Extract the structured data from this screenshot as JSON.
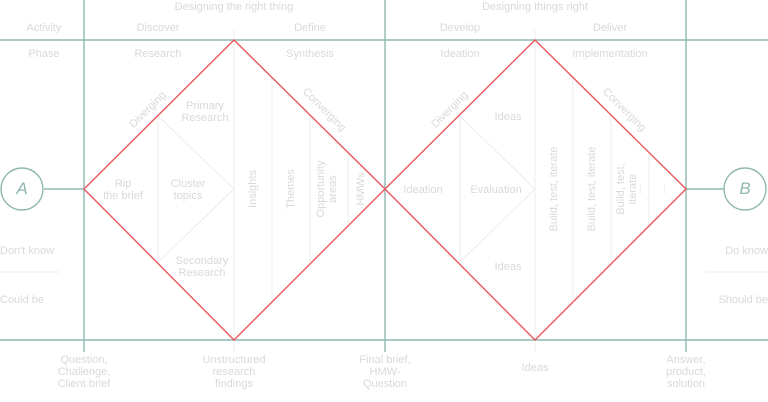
{
  "header": {
    "phase_a": "Designing the right thing",
    "phase_b": "Designing things right",
    "row_activity": "Activity",
    "row_phase": "Phase",
    "discover": "Discover",
    "define": "Define",
    "develop": "Develop",
    "deliver": "Deliver",
    "research": "Research",
    "synthesis": "Synthesis",
    "ideation": "Ideation",
    "implementation": "Implementation"
  },
  "endpoints": {
    "start": "A",
    "end": "B"
  },
  "left_labels": {
    "dont_know": "Don't know",
    "could_be": "Could be"
  },
  "right_labels": {
    "do_know": "Do know",
    "should_be": "Should be"
  },
  "diamond1": {
    "diverging": "Diverging",
    "converging": "Converging",
    "rip_the_brief": "Rip\nthe brief",
    "cluster_topics": "Cluster\ntopics",
    "primary_research": "Primary\nResearch",
    "secondary_research": "Secondary\nResearch",
    "insights": "Insights",
    "themes": "Themes",
    "opportunity_areas": "Opportunity\nareas",
    "hmws": "HMWs"
  },
  "diamond2": {
    "diverging": "Diverging",
    "converging": "Converging",
    "ideation": "Ideation",
    "evaluation": "Evaluation",
    "ideas_top": "Ideas",
    "ideas_bottom": "Ideas",
    "build_test_iterate_1": "Build, test, iterate",
    "build_test_iterate_2": "Build, test, iterate",
    "build_test_iterate_3": "Build, test,\niterate",
    "build_test_iterate_4": "...",
    "build_test_iterate_5": "..."
  },
  "bottom_labels": {
    "b1": "Question,\nChallenge,\nClient brief",
    "b2": "Unstructured\nresearch\nfindings",
    "b3": "Final brief,\nHMW-\nQuestion",
    "b4": "Ideas",
    "b5": "Answer,\nproduct,\nsolution"
  },
  "colors": {
    "teal": "#8fb8b0",
    "red": "#e8585d",
    "label": "#d9d9d9"
  }
}
